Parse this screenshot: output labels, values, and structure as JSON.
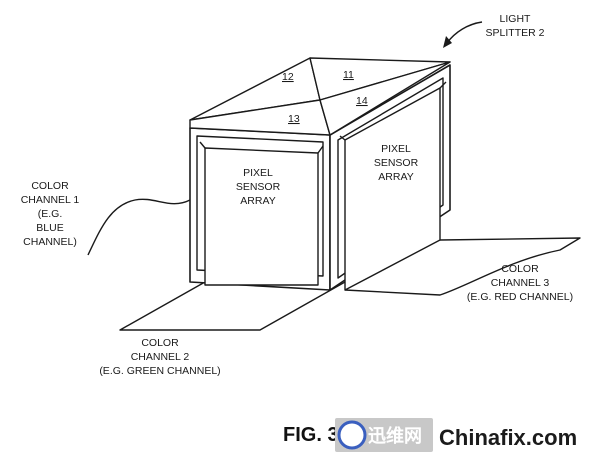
{
  "labels": {
    "light_splitter": [
      "LIGHT",
      "SPLITTER 2"
    ],
    "channel_1": [
      "COLOR",
      "CHANNEL 1",
      "(E.G.",
      "BLUE",
      "CHANNEL)"
    ],
    "channel_2": [
      "COLOR",
      "CHANNEL 2",
      "(E.G. GREEN CHANNEL)"
    ],
    "channel_3": [
      "COLOR",
      "CHANNEL 3",
      "(E.G. RED CHANNEL)"
    ],
    "sensor_front": [
      "PIXEL",
      "SENSOR",
      "ARRAY"
    ],
    "sensor_right": [
      "PIXEL",
      "SENSOR",
      "ARRAY"
    ],
    "part_numbers": [
      "11",
      "12",
      "13",
      "14"
    ],
    "figure_caption": "FIG. 3"
  },
  "watermark": {
    "cn_text": "迅维网",
    "en_text": "Chinafix.com",
    "badge_color": "#c8c8c8",
    "accent_color": "#3a5fbf"
  }
}
